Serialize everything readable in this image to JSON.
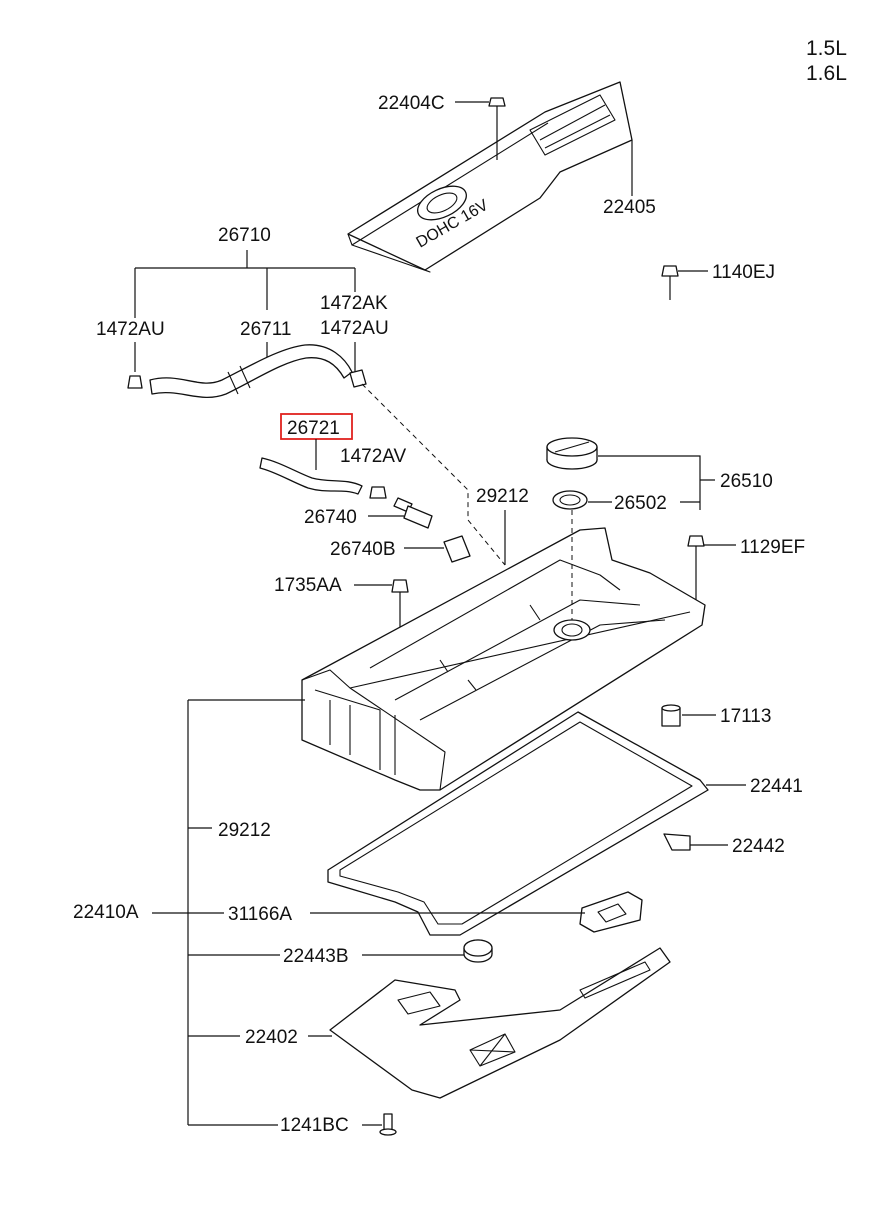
{
  "engine": {
    "line1": "1.5L",
    "line2": "1.6L"
  },
  "cover_text": "DOHC 16V",
  "labels": {
    "22404C": "22404C",
    "22405": "22405",
    "26710": "26710",
    "1140EJ": "1140EJ",
    "1472AU_left": "1472AU",
    "26711": "26711",
    "1472AK": "1472AK",
    "1472AU_right": "1472AU",
    "26721": "26721",
    "1472AV": "1472AV",
    "26510": "26510",
    "29212_top": "29212",
    "26502": "26502",
    "26740": "26740",
    "26740B": "26740B",
    "1129EF": "1129EF",
    "1735AA": "1735AA",
    "17113": "17113",
    "22441": "22441",
    "29212_left": "29212",
    "22442": "22442",
    "22410A": "22410A",
    "31166A": "31166A",
    "22443B": "22443B",
    "22402": "22402",
    "1241BC": "1241BC"
  },
  "highlight_color": "#e0221f"
}
